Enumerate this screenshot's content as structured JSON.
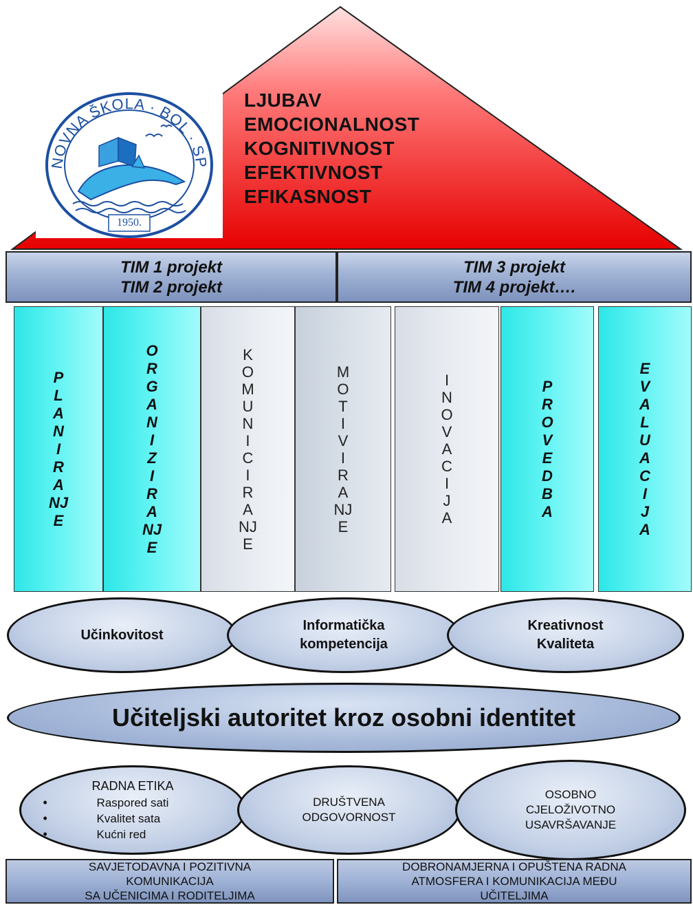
{
  "roof": {
    "values": [
      "LJUBAV",
      "EMOCIONALNOST",
      "KOGNITIVNOST",
      "EFEKTIVNOST",
      "EFIKASNOST"
    ],
    "colors": {
      "roof_top": "#ffd0d0",
      "roof_bottom": "#e60000"
    }
  },
  "logo": {
    "ring_text": "OSNOVNA ŠKOLA · BOL · SPLIT",
    "year": "1950."
  },
  "beams": {
    "left": [
      "TIM 1 projekt",
      "TIM 2 projekt"
    ],
    "right": [
      "TIM 3 projekt",
      "TIM 4 projekt…."
    ]
  },
  "pillars": [
    {
      "word": "PLANIRANJE",
      "letters": [
        "P",
        "L",
        "A",
        "N",
        "I",
        "R",
        "A",
        "NJ",
        "E"
      ],
      "style": "cyan"
    },
    {
      "word": "ORGANIZIRANJE",
      "letters": [
        "O",
        "R",
        "G",
        "A",
        "N",
        "I",
        "Z",
        "I",
        "R",
        "A",
        "NJ",
        "E"
      ],
      "style": "cyan"
    },
    {
      "word": "KOMUNICIRANJE",
      "letters": [
        "K",
        "O",
        "M",
        "U",
        "N",
        "I",
        "C",
        "I",
        "R",
        "A",
        "NJ",
        "E"
      ],
      "style": "gray"
    },
    {
      "word": "MOTIVIRANJE",
      "letters": [
        "M",
        "O",
        "T",
        "I",
        "V",
        "I",
        "R",
        "A",
        "NJ",
        "E"
      ],
      "style": "gray"
    },
    {
      "word": "INOVACIJA",
      "letters": [
        "I",
        "N",
        "O",
        "V",
        "A",
        "C",
        "I",
        "J",
        "A"
      ],
      "style": "gray"
    },
    {
      "word": "PROVEDBA",
      "letters": [
        "P",
        "R",
        "O",
        "V",
        "E",
        "D",
        "B",
        "A"
      ],
      "style": "cyan"
    },
    {
      "word": "EVALUACIJA",
      "letters": [
        "E",
        "V",
        "A",
        "L",
        "U",
        "A",
        "C",
        "I",
        "J",
        "A"
      ],
      "style": "cyan"
    }
  ],
  "ovals_mid": [
    {
      "lines": [
        "Učinkovitost"
      ]
    },
    {
      "lines": [
        "Informatička",
        "kompetencija"
      ]
    },
    {
      "lines": [
        "Kreativnost",
        "Kvaliteta"
      ]
    }
  ],
  "main_oval": "Učiteljski autoritet kroz osobni identitet",
  "ovals_low": {
    "work_ethic": {
      "title": "RADNA ETIKA",
      "items": [
        "Raspored sati",
        "Kvalitet sata",
        "Kućni red"
      ]
    },
    "social": [
      "DRUŠTVENA",
      "ODGOVORNOST"
    ],
    "personal": [
      "OSOBNO",
      "CJELOŽIVOTNO",
      "USAVRŠAVANJE"
    ]
  },
  "foundation": {
    "left": [
      "SAVJETODAVNA I POZITIVNA",
      "KOMUNIKACIJA",
      "SA UČENICIMA I RODITELJIMA"
    ],
    "right": [
      "DOBRONAMJERNA I OPUŠTENA RADNA",
      "ATMOSFERA I KOMUNIKACIJA MEĐU",
      "UČITELJIMA"
    ]
  }
}
